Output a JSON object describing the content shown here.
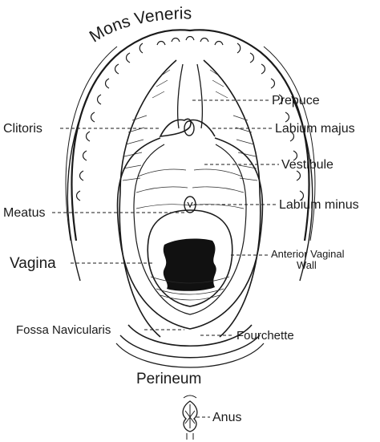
{
  "labels": {
    "mons_veneris": "Mons Veneris",
    "prepuce": "Prepuce",
    "clitoris": "Clitoris",
    "labium_majus": "Labium majus",
    "vestibule": "Vestibule",
    "meatus": "Meatus",
    "labium_minus": "Labium minus",
    "vagina": "Vagina",
    "anterior_vaginal_wall_line1": "Anterior Vaginal",
    "anterior_vaginal_wall_line2": "Wall",
    "fossa_navicularis": "Fossa Navicularis",
    "fourchette": "Fourchette",
    "perineum": "Perineum",
    "anus": "Anus"
  }
}
